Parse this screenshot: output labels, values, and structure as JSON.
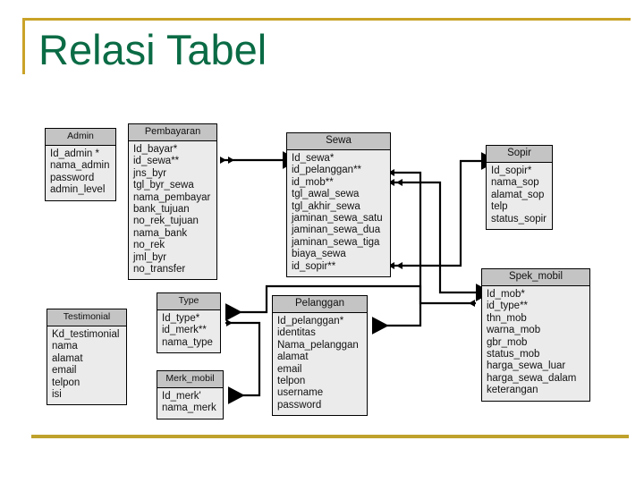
{
  "slide": {
    "title": "Relasi Tabel",
    "title_color": "#0a6b45",
    "accent_color": "#c9a227",
    "background": "#ffffff"
  },
  "diagram": {
    "type": "entity-relationship-diagram",
    "header_fill": "#c4c4c4",
    "body_fill": "#ebebeb",
    "border_color": "#000000",
    "tables": [
      {
        "id": "admin",
        "name": "Admin",
        "fields": [
          "Id_admin *",
          "nama_admin",
          "password",
          "admin_level"
        ]
      },
      {
        "id": "pembayaran",
        "name": "Pembayaran",
        "fields": [
          "Id_bayar*",
          "id_sewa**",
          "jns_byr",
          "tgl_byr_sewa",
          "nama_pembayar",
          "bank_tujuan",
          "no_rek_tujuan",
          "nama_bank",
          "no_rek",
          "jml_byr",
          "no_transfer"
        ]
      },
      {
        "id": "sewa",
        "name": "Sewa",
        "fields": [
          "Id_sewa*",
          "id_pelanggan**",
          "id_mob**",
          "tgl_awal_sewa",
          "tgl_akhir_sewa",
          "jaminan_sewa_satu",
          "jaminan_sewa_dua",
          "jaminan_sewa_tiga",
          "biaya_sewa",
          "id_sopir**"
        ]
      },
      {
        "id": "sopir",
        "name": "Sopir",
        "fields": [
          "Id_sopir*",
          "nama_sop",
          "alamat_sop",
          "telp",
          "status_sopir"
        ]
      },
      {
        "id": "spek_mobil",
        "name": "Spek_mobil",
        "fields": [
          "Id_mob*",
          "id_type**",
          "thn_mob",
          "warna_mob",
          "gbr_mob",
          "status_mob",
          "harga_sewa_luar",
          "harga_sewa_dalam",
          "keterangan"
        ]
      },
      {
        "id": "testimonial",
        "name": "Testimonial",
        "fields": [
          "Kd_testimonial",
          "nama",
          "alamat",
          "email",
          "telpon",
          "isi"
        ]
      },
      {
        "id": "type",
        "name": "Type",
        "fields": [
          "Id_type*",
          "id_merk**",
          "nama_type"
        ]
      },
      {
        "id": "merk_mobil",
        "name": "Merk_mobil",
        "fields": [
          "Id_merk'",
          "nama_merk"
        ]
      },
      {
        "id": "pelanggan",
        "name": "Pelanggan",
        "fields": [
          "Id_pelanggan*",
          "identitas",
          "Nama_pelanggan",
          "alamat",
          "email",
          "telpon",
          "username",
          "password"
        ]
      }
    ],
    "relationships": [
      {
        "from": "pembayaran",
        "from_field": "id_sewa**",
        "to": "sewa",
        "to_field": "Id_sewa*"
      },
      {
        "from": "sewa",
        "from_field": "id_sopir**",
        "to": "sopir",
        "to_field": "Id_sopir*"
      },
      {
        "from": "sewa",
        "from_field": "id_mob**",
        "to": "spek_mobil",
        "to_field": "Id_mob*"
      },
      {
        "from": "sewa",
        "from_field": "id_pelanggan**",
        "to": "pelanggan",
        "to_field": "Id_pelanggan*"
      },
      {
        "from": "spek_mobil",
        "from_field": "id_type**",
        "to": "type",
        "to_field": "Id_type*"
      },
      {
        "from": "type",
        "from_field": "id_merk**",
        "to": "merk_mobil",
        "to_field": "Id_merk'"
      }
    ]
  }
}
